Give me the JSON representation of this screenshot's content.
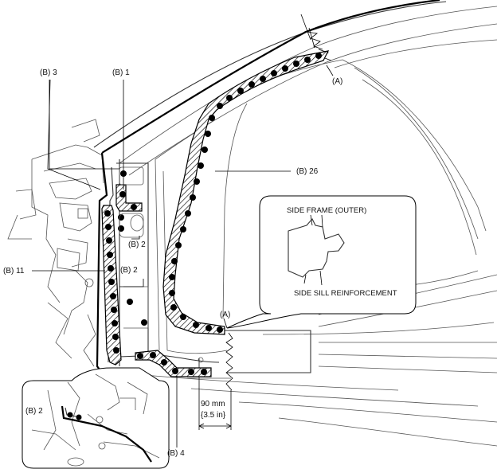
{
  "labels": {
    "b3": "(B) 3",
    "b1": "(B) 1",
    "a_top": "(A)",
    "b26": "(B) 26",
    "b2_upper": "(B) 2",
    "b11": "(B) 11",
    "b2_mid": "(B) 2",
    "a_bottom": "(A)",
    "b2_inset": "(B) 2",
    "b4": "(B) 4",
    "dimension_mm": "90 mm",
    "dimension_in": "{3.5 in}"
  },
  "callout": {
    "top_label": "SIDE FRAME (OUTER)",
    "bottom_label": "SIDE SILL REINFORCEMENT"
  }
}
